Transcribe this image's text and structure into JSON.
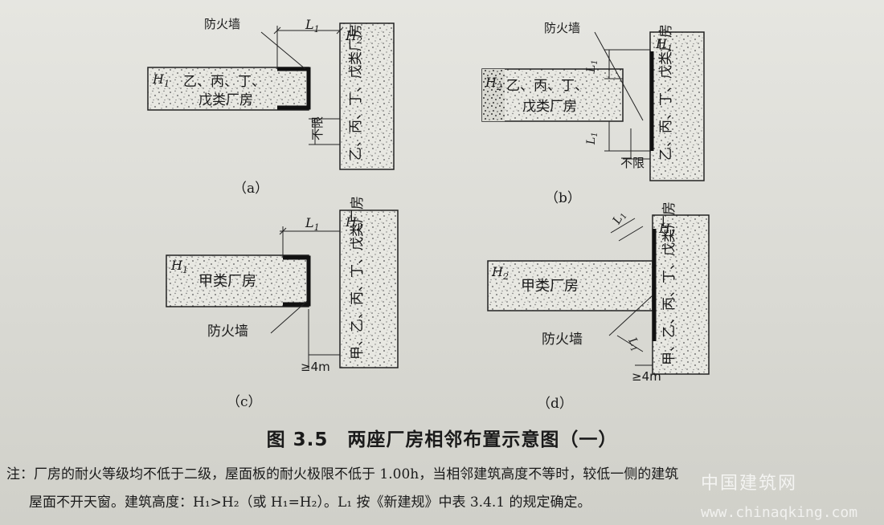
{
  "firewall_label": "防火墙",
  "unlimited_label": "不限",
  "spacing_4m": "≥4m",
  "L1": "L",
  "L1_sub": "1",
  "H1": "H",
  "H1_sub": "1",
  "H2": "H",
  "H2_sub": "2",
  "building_yibingding_line1": "乙、丙、丁、",
  "building_yibingding_line2": "戊类厂房",
  "building_jia": "甲类厂房",
  "tall_building_a_text": "乙、丙、丁、戊类厂房",
  "tall_building_c_text": "甲、乙、丙、丁、戊类厂房",
  "captions": [
    "（a）",
    "（b）",
    "（c）",
    "（d）"
  ],
  "figure_title": "图 3.5　两座厂房相邻布置示意图（一）",
  "note_line1": "注：厂房的耐火等级均不低于二级，屋面板的耐火极限不低于 1.00h，当相邻建筑高度不等时，较低一侧的建筑",
  "note_line2": "屋面不开天窗。建筑高度：H₁>H₂（或 H₁=H₂）。L₁ 按《新建规》中表 3.4.1 的规定确定。",
  "watermark_cn": "中国建筑网",
  "watermark_url": "www.chinaqking.com"
}
